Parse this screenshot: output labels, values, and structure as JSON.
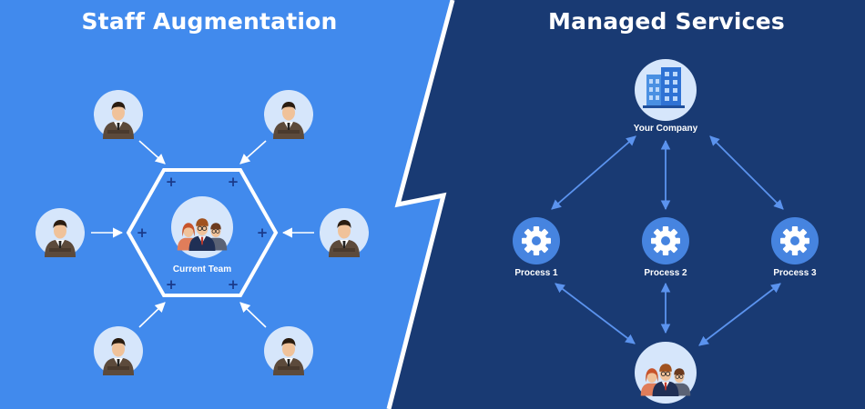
{
  "left_panel": {
    "title": "Staff Augmentation",
    "center_label": "Current Team",
    "staff_count": 6,
    "plus_marks": [
      "+",
      "+",
      "+",
      "+",
      "+",
      "+"
    ]
  },
  "right_panel": {
    "title": "Managed Services",
    "top_node": "Your Company",
    "processes": [
      "Process 1",
      "Process 2",
      "Process 3"
    ]
  },
  "colors": {
    "left_bg": "#418aed",
    "right_bg": "#193a73",
    "node_circle": "#d6e6fb",
    "gear_circle": "#4684e0",
    "arrow": "#5b93ee",
    "plus": "#1a3a8a"
  },
  "icons": {
    "staff": "businessman-icon",
    "team": "team-icon",
    "company": "office-building-icon",
    "process": "gear-icon"
  }
}
